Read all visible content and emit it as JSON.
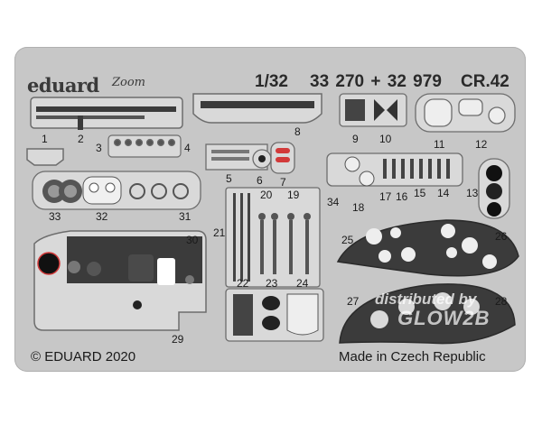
{
  "header": {
    "brand": "eduard",
    "zoom_logo": "Zoom",
    "scale": "1/32",
    "set_numbers": "33 270 + 32 979",
    "model": "CR.42"
  },
  "footer": {
    "copyright": "© EDUARD 2020",
    "origin": "Made in Czech Republic"
  },
  "watermark": {
    "line1": "distributed by",
    "line2": "GLOW2B"
  },
  "part_numbers": [
    "1",
    "2",
    "3",
    "4",
    "5",
    "6",
    "7",
    "8",
    "9",
    "10",
    "11",
    "12",
    "13",
    "14",
    "15",
    "16",
    "17",
    "18",
    "19",
    "20",
    "21",
    "22",
    "23",
    "24",
    "25",
    "26",
    "27",
    "28",
    "29",
    "30",
    "31",
    "32",
    "33",
    "34"
  ],
  "colors": {
    "fret": "#c7c7c7",
    "part": "#d9d9d9",
    "outline": "#6d6d6d",
    "dark": "#3b3b3b",
    "accent_red": "#d23a3a"
  }
}
